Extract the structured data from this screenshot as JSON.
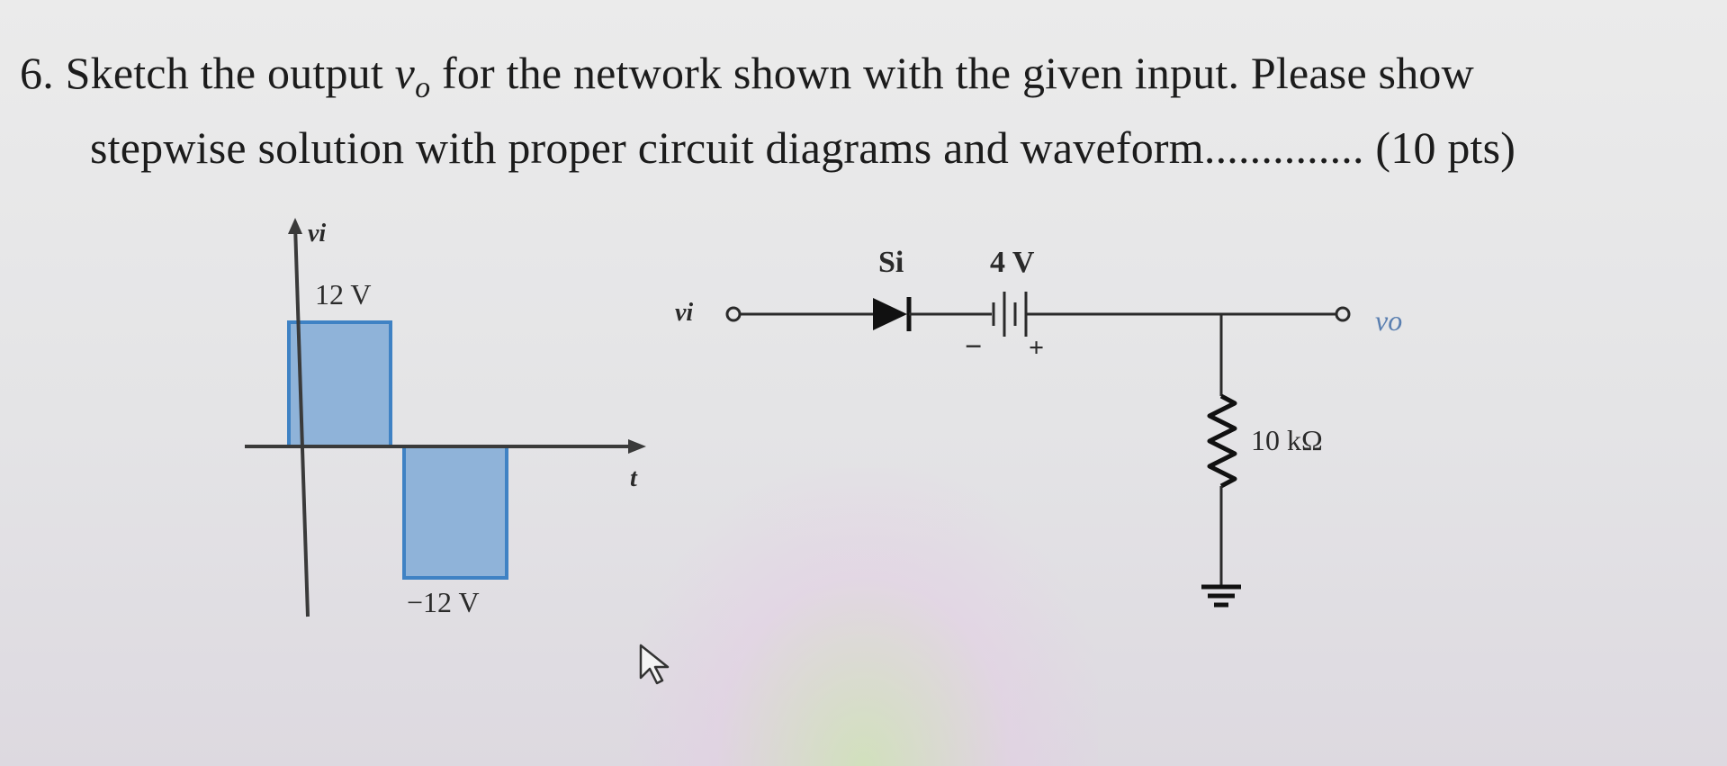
{
  "question": {
    "number": "6.",
    "line1_before": "Sketch the output ",
    "var_main": "v",
    "var_sub": "o",
    "line1_after": " for the network shown with the given input. Please show",
    "line2": "stepwise solution with proper circuit diagrams and waveform..............",
    "points": "(10 pts)"
  },
  "waveform": {
    "y_axis_label": "vi",
    "x_axis_label": "t",
    "pos_level": "12 V",
    "neg_level": "−12 V",
    "fill_color": "#8fb3d9",
    "edge_color": "#3f82c4"
  },
  "circuit": {
    "input_label": "vi",
    "diode_label": "Si",
    "battery_label": "4 V",
    "battery_minus": "−",
    "battery_plus": "+",
    "resistor_label": "10 kΩ",
    "output_label": "vo",
    "output_color": "#5a7fb0"
  }
}
